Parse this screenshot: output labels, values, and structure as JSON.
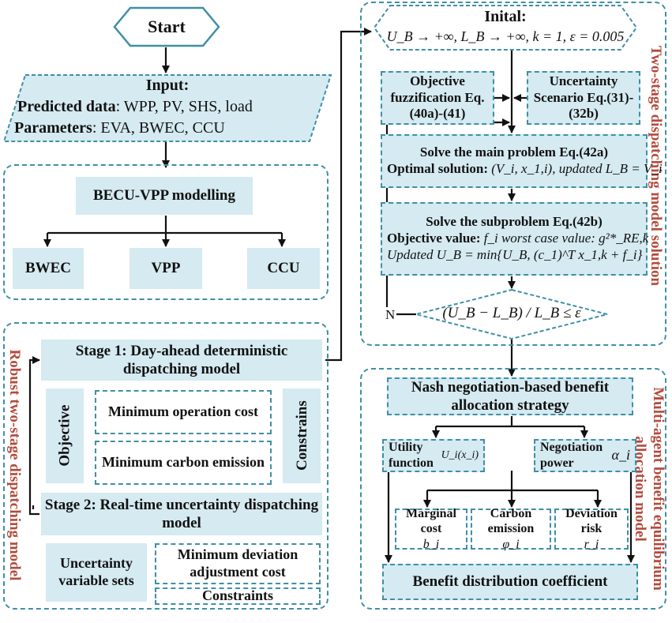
{
  "start": "Start",
  "input": {
    "title": "Input:",
    "predicted_label": "Predicted data",
    "predicted_value": ": WPP, PV, SHS, load",
    "parameters_label": "Parameters",
    "parameters_value": ": EVA, BWEC, CCU"
  },
  "model_region": {
    "title": "BECU-VPP modelling",
    "children": [
      "BWEC",
      "VPP",
      "CCU"
    ]
  },
  "robust_region": {
    "side_label": "Robust two-stage dispatching model",
    "stage1": "Stage 1: Day-ahead deterministic dispatching model",
    "objective": "Objective",
    "min_cost": "Minimum operation cost",
    "min_carbon": "Minimum carbon emission",
    "constrains": "Constrains",
    "stage2": "Stage 2: Real-time uncertainty dispatching model",
    "uncertainty_sets": "Uncertainty variable sets",
    "min_deviation": "Minimum deviation adjustment cost",
    "constraints": "Constraints"
  },
  "solution_region": {
    "side_label": "Two-stage dispatching model solution",
    "init_title": "Inital:",
    "init_formula": "U_B → +∞, L_B → +∞, k = 1, ε = 0.005",
    "objective_fuzz": "Objective fuzzification Eq.(40a)-(41)",
    "uncertainty_scenario": "Uncertainty Scenario Eq.(31)-(32b)",
    "main_problem_title": "Solve the main problem Eq.(42a)",
    "main_problem_solution_label": "Optimal solution:",
    "main_problem_solution_formula": "(V_i, x_1,i), updated L_B = V_i",
    "subproblem_title": "Solve the subproblem Eq.(42b)",
    "subproblem_objective_label": "Objective value:",
    "subproblem_objective_formula": "f_i worst case value: g²*_RE,k",
    "subproblem_update_formula": "Updated U_B = min{U_B, (c_1)^T x_1,k + f_i}",
    "condition": "(U_B − L_B) / L_B ≤ ε",
    "no_label": "N"
  },
  "allocation_region": {
    "side_label_1": "Multi-agent benefit equilibrium",
    "side_label_2": "allocation model",
    "nash": "Nash negotiation-based benefit allocation strategy",
    "utility_label": "Utility function",
    "utility_formula": "U_i(x_i)",
    "negotiation_label": "Negotiation power",
    "negotiation_formula": "α_i",
    "marginal_label": "Marginal cost",
    "marginal_symbol": "b_i",
    "carbon_label": "Carbon emission",
    "carbon_symbol": "φ_i",
    "deviation_label": "Deviation risk",
    "deviation_symbol": "r_i",
    "benefit": "Benefit distribution coefficient"
  },
  "colors": {
    "box_fill": "#d5eaf1",
    "border": "#3f8fa6",
    "side_label": "#b34a3c",
    "arrow": "#111111"
  }
}
